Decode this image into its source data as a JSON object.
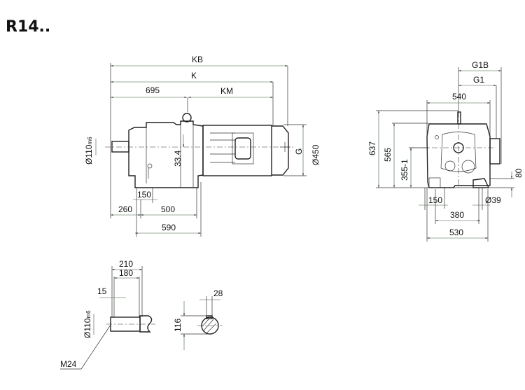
{
  "title": "R14..",
  "side_view": {
    "KB": "KB",
    "K": "K",
    "d695": "695",
    "KM": "KM",
    "shaft_dia": "Ø110",
    "shaft_tol": "m6",
    "d33_4": "33.4",
    "G": "G",
    "d450": "Ø450",
    "d150": "150",
    "d260": "260",
    "d500": "500",
    "d590": "590"
  },
  "end_view": {
    "G1B": "G1B",
    "G1": "G1",
    "d540": "540",
    "d637": "637",
    "d565": "565",
    "d355": "355-1",
    "d80": "80",
    "d150": "150",
    "d39": "Ø39",
    "d380": "380",
    "d530": "530"
  },
  "shaft_detail": {
    "d210": "210",
    "d180": "180",
    "d15": "15",
    "shaft_dia": "Ø110",
    "shaft_tol": "m6",
    "thread": "M24",
    "d116": "116",
    "d28": "28"
  }
}
